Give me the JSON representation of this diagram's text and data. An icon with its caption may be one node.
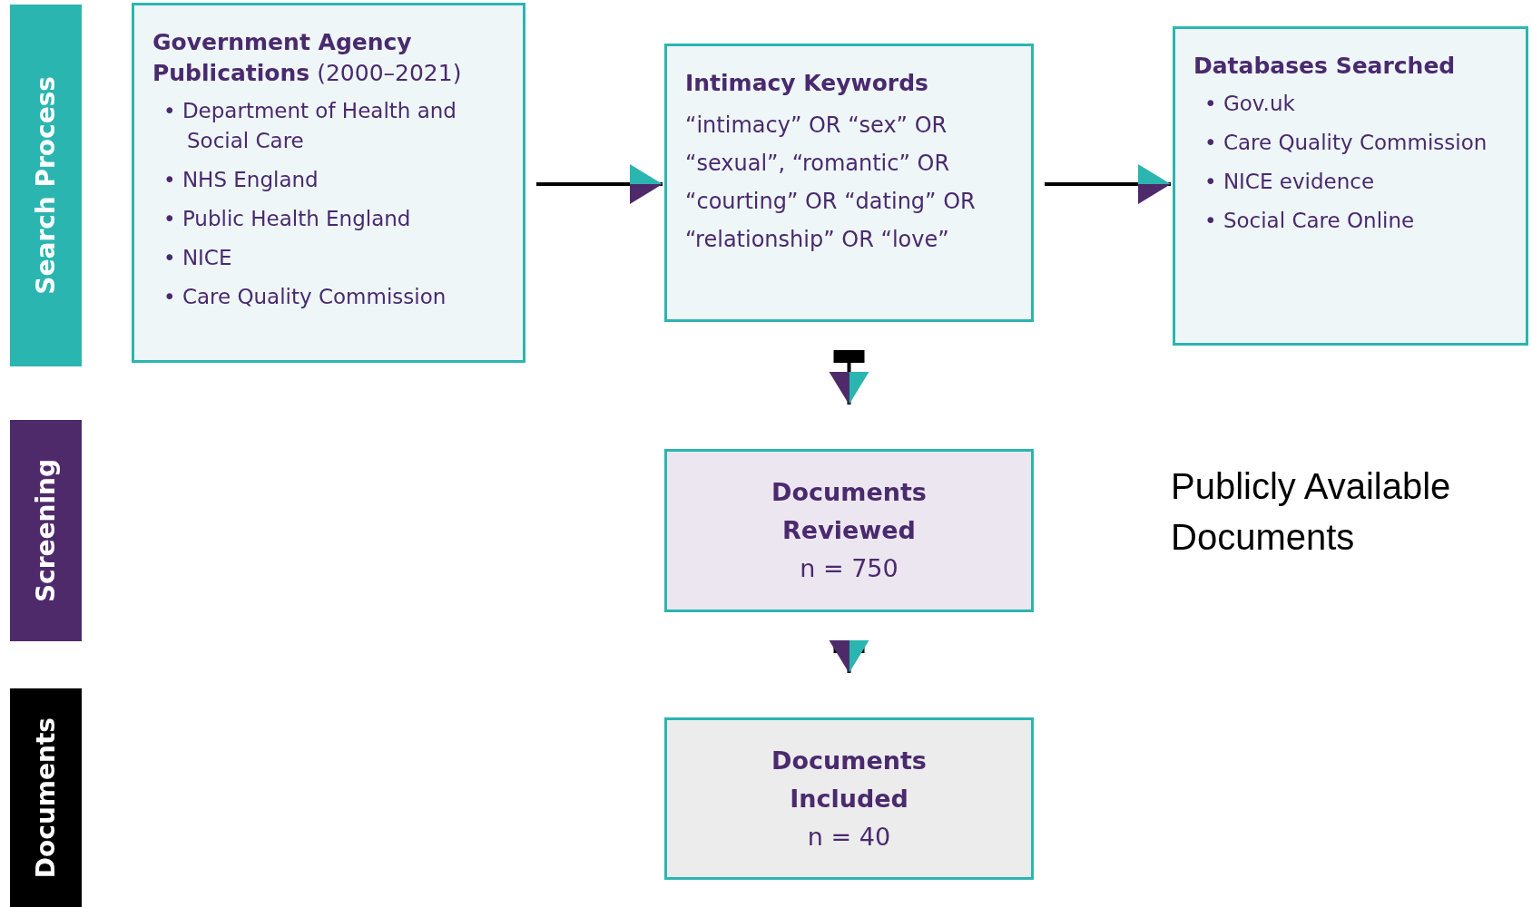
{
  "diagram": {
    "nodes": [
      {
        "text": [
          "Search Process"
        ]
      },
      {
        "text": [
          "**Government Agency Publications** (2000–2021)",
          "• Department of Health and Social Care",
          "• NHS England",
          "• Public Health England",
          "• NICE",
          "• Care Quality Commission"
        ]
      },
      {
        "text": [
          "Intimacy Keywords",
          "“intimacy” OR “sex” OR “sexual”, “romantic” OR “courting” OR “dating” OR “relationship” OR “love”"
        ]
      },
      {
        "text": [
          "Databases Searched",
          "• Gov.uk",
          "• Care Quality Commission",
          "• NICE evidence",
          "• Social Care Online"
        ]
      },
      {
        "text": [
          "Screening"
        ]
      },
      {
        "text": [
          "Documents Reviewed",
          "n = 750"
        ]
      },
      {
        "text": [
          "Documents"
        ]
      },
      {
        "text": [
          "Documents Included",
          "n = 40"
        ]
      }
    ],
    "edges": [
      {
        "from": 1,
        "to": 2,
        "arrow": "to"
      },
      {
        "from": 2,
        "to": 3,
        "arrow": "to"
      },
      {
        "from": 2,
        "to": 5,
        "arrow": "to"
      },
      {
        "from": 5,
        "to": 7,
        "arrow": "to"
      }
    ],
    "labels": [
      "Publicly Available Documents"
    ]
  }
}
